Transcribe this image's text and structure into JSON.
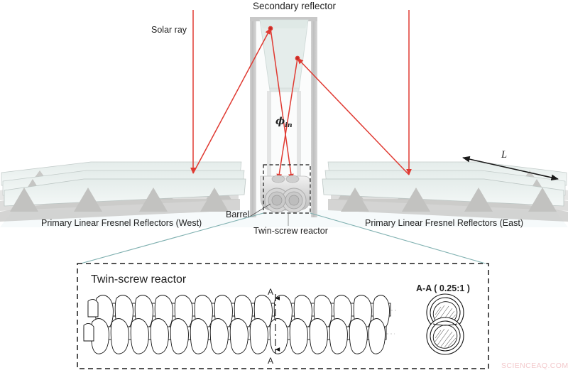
{
  "figure": {
    "title_top": "Secondary reflector",
    "labels": {
      "solar_ray": "Solar ray",
      "phi_symbol": "ϕ",
      "phi_subscript": "in",
      "length_symbol": "L",
      "plfr_west": "Primary Linear Fresnel Reflectors (West)",
      "plfr_east": "Primary Linear Fresnel Reflectors (East)",
      "barrel": "Barrel",
      "twin_screw_reactor": "Twin-screw reactor"
    },
    "inset": {
      "title": "Twin-screw reactor",
      "section_label": "A-A ( 0.25:1 )",
      "section_mark_top": "A",
      "section_mark_bottom": "A"
    },
    "watermark": "SCIENCEAQ.COM",
    "colors": {
      "ray_red": "#e03a32",
      "mirror_fill": "#eef3f2",
      "mirror_edge": "#b9c4c2",
      "support_gray": "#c9c9c7",
      "tower_gray": "#c4c4c4",
      "reflector_fill": "#e7eeec",
      "callout_line": "#6fa8a8",
      "dash_black": "#1a1a1a",
      "ground": "#e8f1f4"
    }
  }
}
